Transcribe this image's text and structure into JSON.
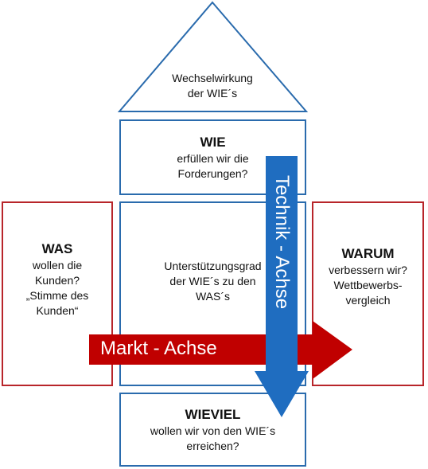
{
  "roof": {
    "lines": [
      "Wechselwirkung",
      "der WIE´s"
    ]
  },
  "wie": {
    "title": "WIE",
    "lines": [
      "erfüllen wir die",
      "Forderungen?"
    ]
  },
  "was": {
    "title": "WAS",
    "lines": [
      "wollen die",
      "Kunden?",
      "„Stimme des",
      "Kunden“"
    ]
  },
  "center": {
    "lines": [
      "Unterstützungsgrad",
      "der WIE´s zu den",
      "WAS´s"
    ]
  },
  "warum": {
    "title": "WARUM",
    "lines": [
      "verbessern wir?",
      "Wettbewerbs-",
      "vergleich"
    ]
  },
  "wieviel": {
    "title": "WIEVIEL",
    "lines": [
      "wollen wir von den WIE´s",
      "erreichen?"
    ]
  },
  "axes": {
    "market": "Markt - Achse",
    "technik": "Technik - Achse"
  },
  "colors": {
    "blue_border": "#2a6bad",
    "red_border": "#b8252a",
    "market_arrow": "#c00000",
    "technik_arrow": "#1f6dc0"
  }
}
